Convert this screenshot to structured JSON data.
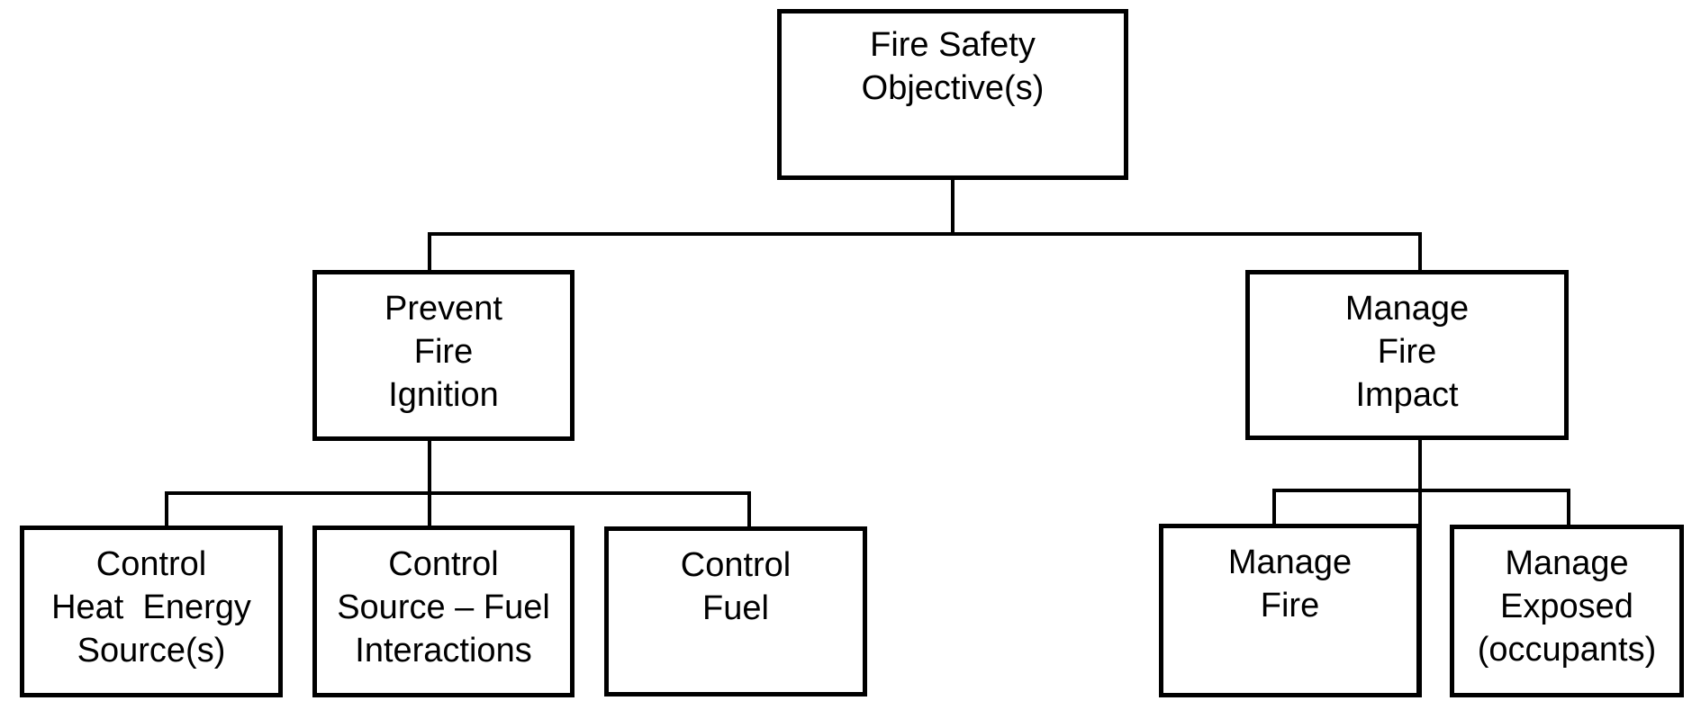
{
  "diagram": {
    "type": "tree",
    "background_color": "#ffffff",
    "box_fill_color": "#ffffff",
    "box_border_color": "#000000",
    "line_color": "#000000",
    "text_color": "#000000",
    "nodes": {
      "fire_safety_objectives": {
        "label": "Fire Safety\nObjective(s)"
      },
      "prevent_fire_ignition": {
        "label": "Prevent\nFire\nIgnition"
      },
      "manage_fire_impact": {
        "label": "Manage\nFire\nImpact"
      },
      "control_heat_energy_sources": {
        "label": "Control\nHeat  Energy\nSource(s)"
      },
      "control_source_fuel_interactions": {
        "label": "Control\nSource – Fuel\nInteractions"
      },
      "control_fuel": {
        "label": "Control\nFuel"
      },
      "manage_fire": {
        "label": "Manage\nFire"
      },
      "manage_exposed_occupants": {
        "label": "Manage\nExposed\n(occupants)"
      }
    },
    "edges": [
      {
        "from": "fire_safety_objectives",
        "to": "prevent_fire_ignition"
      },
      {
        "from": "fire_safety_objectives",
        "to": "manage_fire_impact"
      },
      {
        "from": "prevent_fire_ignition",
        "to": "control_heat_energy_sources"
      },
      {
        "from": "prevent_fire_ignition",
        "to": "control_source_fuel_interactions"
      },
      {
        "from": "prevent_fire_ignition",
        "to": "control_fuel"
      },
      {
        "from": "manage_fire_impact",
        "to": "manage_fire"
      },
      {
        "from": "manage_fire_impact",
        "to": "manage_exposed_occupants"
      }
    ]
  }
}
